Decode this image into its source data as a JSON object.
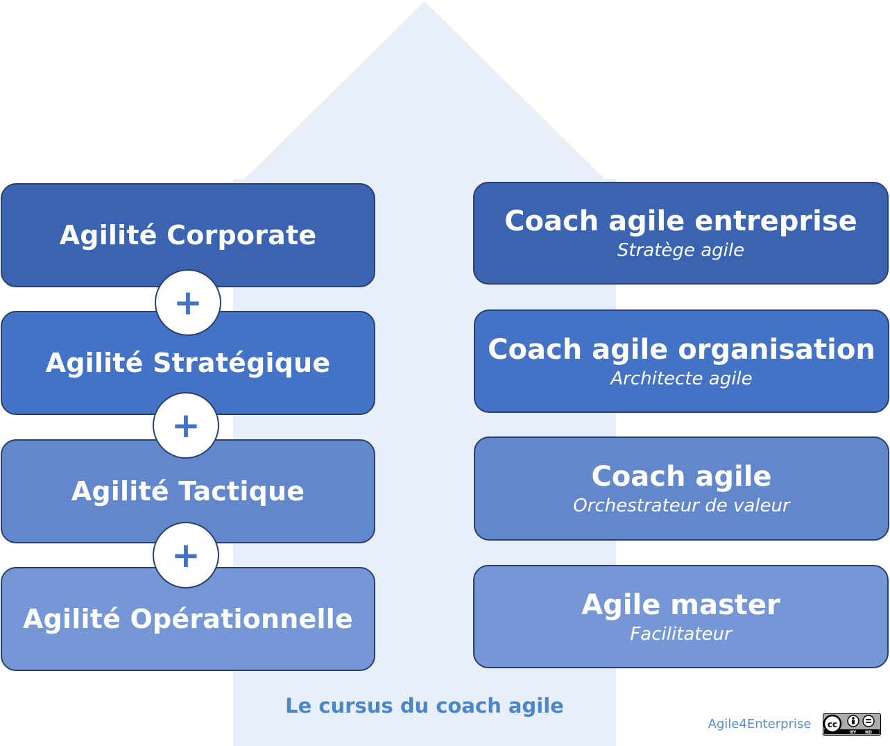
{
  "left_column": [
    {
      "label": "Agilité Corporate"
    },
    {
      "label": "Agilité Stratégique"
    },
    {
      "label": "Agilité Tactique"
    },
    {
      "label": "Agilité Opérationnelle"
    }
  ],
  "connectors": [
    "+",
    "+",
    "+"
  ],
  "right_column": [
    {
      "title": "Coach agile entreprise",
      "subtitle": "Stratège agile"
    },
    {
      "title": "Coach agile organisation",
      "subtitle": "Architecte agile"
    },
    {
      "title": "Coach agile",
      "subtitle": "Orchestrateur de valeur"
    },
    {
      "title": "Agile master",
      "subtitle": "Facilitateur"
    }
  ],
  "caption": "Le cursus du coach agile",
  "credit": "Agile4Enterprise",
  "license": {
    "icon": "cc-by-nd-icon",
    "cc": "cc",
    "by": "BY",
    "nd": "ND"
  },
  "colors": {
    "arrow": "#e9eff8",
    "box_dark": "#3a63b1",
    "box_mid": "#4472c4",
    "box_light": "#6387cc",
    "box_lightest": "#7597d5",
    "border": "#2a3f6e",
    "caption": "#4a86c8"
  }
}
